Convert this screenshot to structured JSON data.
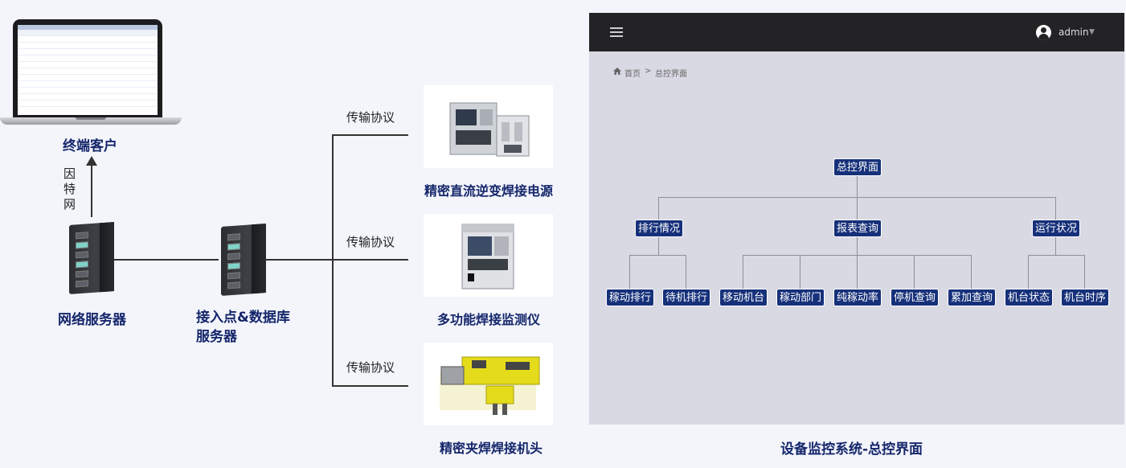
{
  "left": {
    "terminal_label": "终端客户",
    "internet_label": [
      "因",
      "特",
      "网"
    ],
    "network_server_label": "网络服务器",
    "db_server_label": [
      "接入点&数据库",
      "服务器"
    ],
    "protocol_label": "传输协议",
    "products": [
      {
        "label": "精密直流逆变焊接电源"
      },
      {
        "label": "多功能焊接监测仪"
      },
      {
        "label": "精密夹焊焊接机头"
      }
    ]
  },
  "right": {
    "user": "admin",
    "breadcrumb": {
      "home": "首页",
      "sep": ">",
      "current": "总控界面"
    },
    "tree": {
      "root": "总控界面",
      "groups": [
        {
          "label": "排行情况",
          "children": [
            "稼动排行",
            "待机排行"
          ]
        },
        {
          "label": "报表查询",
          "children": [
            "移动机台",
            "稼动部门",
            "纯稼动率",
            "停机查询",
            "累加查询"
          ]
        },
        {
          "label": "运行状况",
          "children": [
            "机台状态",
            "机台时序"
          ]
        }
      ]
    },
    "caption": "设备监控系统-总控界面"
  }
}
